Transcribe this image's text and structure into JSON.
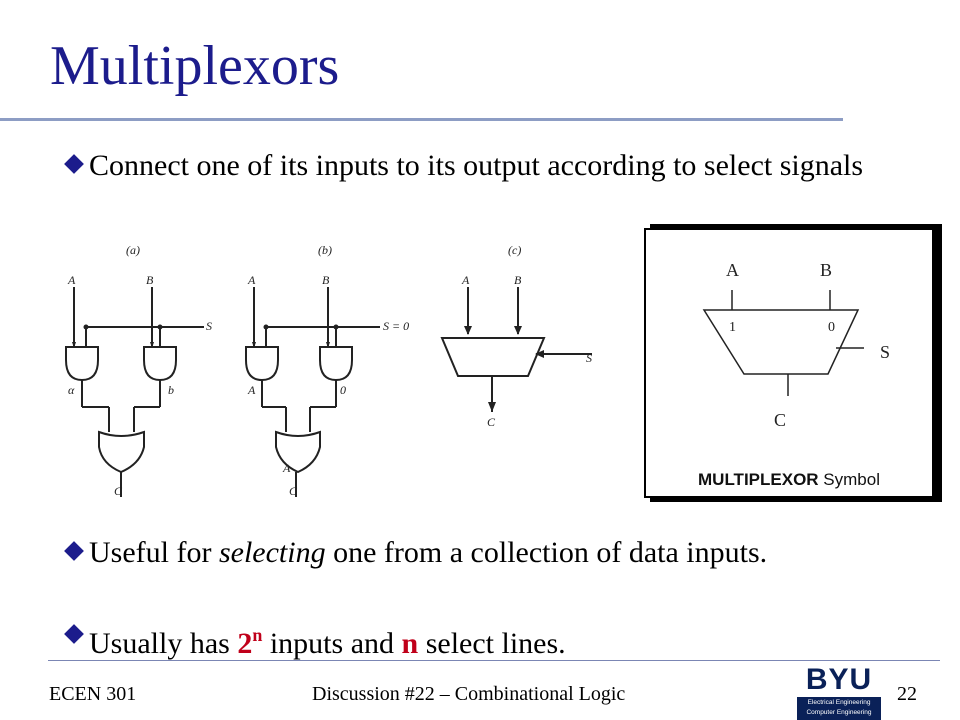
{
  "slide": {
    "title": "Multiplexors",
    "bullets": [
      {
        "text": "Connect one of its inputs to its output according to select signals"
      },
      {
        "pre": "Useful for ",
        "em": "selecting",
        "post": " one from a collection of data inputs."
      },
      {
        "pre": "Usually has ",
        "two": "2",
        "sup": "n",
        "mid": " inputs and ",
        "n": "n",
        "post": " select lines."
      }
    ],
    "bullet_icon": "diamond-bullet-icon"
  },
  "figure": {
    "labels": {
      "a": "(a)",
      "b": "(b)",
      "c": "(c)"
    },
    "pins": {
      "A": "A",
      "B": "B",
      "S": "S",
      "C": "C",
      "s_eq": "S = 0",
      "alpha": "α",
      "b_small": "b",
      "zero": "0"
    }
  },
  "symbol": {
    "A": "A",
    "B": "B",
    "one": "1",
    "zero": "0",
    "S": "S",
    "C": "C",
    "caption_bold": "MULTIPLEXOR",
    "caption_rest": " Symbol"
  },
  "footer": {
    "course": "ECEN 301",
    "discussion": "Discussion #22 – Combinational Logic",
    "page": "22"
  },
  "logo": {
    "word": "BYU",
    "line1": "Electrical Engineering",
    "line2": "Computer Engineering"
  },
  "colors": {
    "title": "#1c1c8c",
    "accent": "#c0001a",
    "rule": "#8d9dc4",
    "logo": "#0a2158"
  }
}
